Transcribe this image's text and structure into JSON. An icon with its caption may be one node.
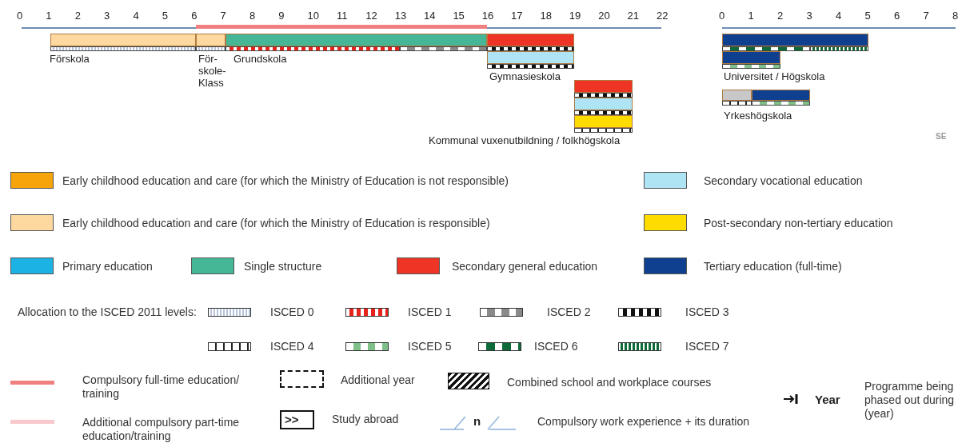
{
  "diagram": {
    "nodes": [
      {
        "text": [
          "Förskola"
        ]
      },
      {
        "text": [
          "För- skole- Klass"
        ]
      },
      {
        "text": [
          "Grundskola"
        ]
      },
      {
        "text": [
          "Gymnasieskola"
        ]
      },
      {
        "text": [
          "Kommunal vuxenutbildning / folkhögskola"
        ]
      },
      {
        "text": [
          "Universitet / Högskola"
        ]
      },
      {
        "text": [
          "Yrkeshögskola"
        ]
      }
    ],
    "edges": [],
    "labels": [
      "0",
      "1",
      "2",
      "3",
      "4",
      "5",
      "6",
      "7",
      "8",
      "9",
      "10",
      "11",
      "12",
      "13",
      "14",
      "15",
      "16",
      "17",
      "18",
      "19",
      "20",
      "21",
      "22",
      "0",
      "1",
      "2",
      "3",
      "4",
      "5",
      "6",
      "7",
      "8",
      "SE",
      "Allocation to the ISCED 2011 levels:",
      ">>",
      "n",
      "Year"
    ],
    "legend": [
      {
        "text": "Early childhood education and care (for which the Ministry of Education is not responsible)",
        "color": "#f7a30a"
      },
      {
        "text": "Secondary vocational education",
        "color": "#aee4f3"
      },
      {
        "text": "Early childhood education and care (for which the Ministry of Education is responsible)",
        "color": "#fdd9a0"
      },
      {
        "text": "Post-secondary non-tertiary education",
        "color": "#ffdc00"
      },
      {
        "text": "Primary education",
        "color": "#1cb2e4"
      },
      {
        "text": "Single structure",
        "color": "#45b797"
      },
      {
        "text": "Secondary general education",
        "color": "#ee3424"
      },
      {
        "text": "Tertiary education (full-time)",
        "color": "#0f3f8f"
      },
      {
        "text": "ISCED 0"
      },
      {
        "text": "ISCED 1"
      },
      {
        "text": "ISCED 2"
      },
      {
        "text": "ISCED 3"
      },
      {
        "text": "ISCED 4"
      },
      {
        "text": "ISCED 5"
      },
      {
        "text": "ISCED 6"
      },
      {
        "text": "ISCED 7"
      },
      {
        "text": "Compulsory full-time education/ training"
      },
      {
        "text": "Additional year"
      },
      {
        "text": "Combined school and workplace courses"
      },
      {
        "text": "Programme being phased out during (year)"
      },
      {
        "text": "Additional compulsory part-time education/training"
      },
      {
        "text": "Study abroad"
      },
      {
        "text": "Compulsory work experience + its duration"
      }
    ]
  }
}
